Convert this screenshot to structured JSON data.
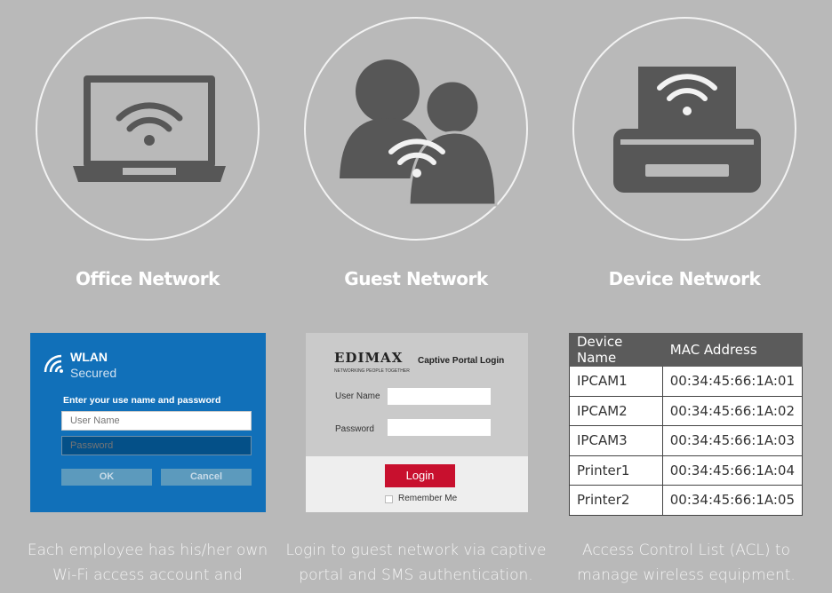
{
  "networks": [
    {
      "title": "Office Network",
      "description": [
        "Each employee has his/her own",
        "Wi-Fi access account and"
      ]
    },
    {
      "title": "Guest Network",
      "description": [
        "Login to guest network via captive",
        "portal and SMS authentication."
      ]
    },
    {
      "title": "Device Network",
      "description": [
        "Access Control List (ACL) to",
        "manage wireless equipment."
      ]
    }
  ],
  "wlan": {
    "title": "WLAN",
    "status": "Secured",
    "prompt": "Enter your use name and password",
    "username_placeholder": "User Name",
    "password_placeholder": "Password",
    "ok": "OK",
    "cancel": "Cancel"
  },
  "captive": {
    "brand": "EDIMAX",
    "tagline": "NETWORKING PEOPLE TOGETHER",
    "heading": "Captive Portal Login",
    "username_label": "User Name",
    "password_label": "Password",
    "login": "Login",
    "remember": "Remember Me"
  },
  "acl": {
    "headers": [
      "Device Name",
      "MAC Address"
    ],
    "rows": [
      [
        "IPCAM1",
        "00:34:45:66:1A:01"
      ],
      [
        "IPCAM2",
        "00:34:45:66:1A:02"
      ],
      [
        "IPCAM3",
        "00:34:45:66:1A:03"
      ],
      [
        "Printer1",
        "00:34:45:66:1A:04"
      ],
      [
        "Printer2",
        "00:34:45:66:1A:05"
      ]
    ]
  },
  "colors": {
    "background": "#b9b9b9",
    "icon": "#575757",
    "wlan_blue": "#1170b9",
    "login_red": "#c8102e"
  }
}
